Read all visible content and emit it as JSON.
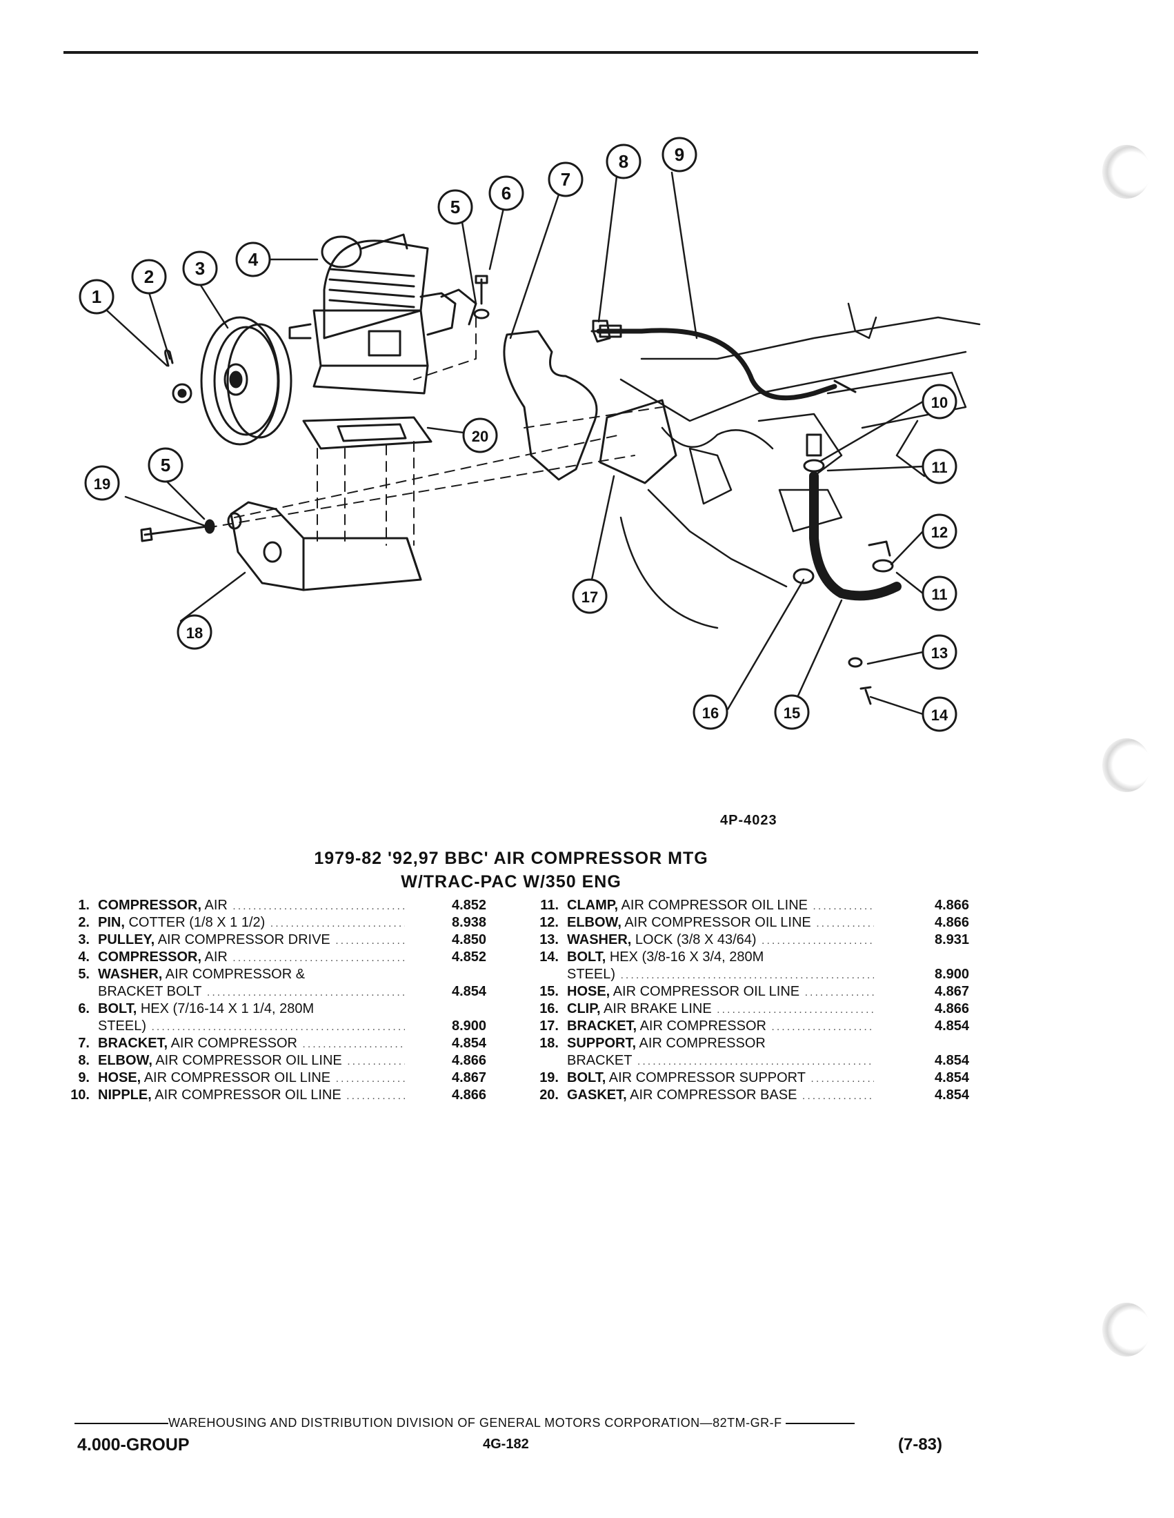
{
  "figure": {
    "code": "4P-4023",
    "callouts": [
      "1",
      "2",
      "3",
      "4",
      "5",
      "6",
      "7",
      "8",
      "9",
      "10",
      "11",
      "12",
      "13",
      "14",
      "15",
      "16",
      "17",
      "18",
      "19",
      "20",
      "5",
      "11"
    ]
  },
  "title": {
    "line1": "1979-82 '92,97 BBC' AIR COMPRESSOR MTG",
    "line2": "W/TRAC-PAC W/350 ENG"
  },
  "parts_left": [
    {
      "num": "1.",
      "name": "COMPRESSOR,",
      "desc": " AIR",
      "code": "4.852"
    },
    {
      "num": "2.",
      "name": "PIN,",
      "desc": " COTTER (1/8 X 1 1/2)",
      "code": "8.938"
    },
    {
      "num": "3.",
      "name": "PULLEY,",
      "desc": " AIR COMPRESSOR DRIVE",
      "code": "4.850"
    },
    {
      "num": "4.",
      "name": "COMPRESSOR,",
      "desc": " AIR",
      "code": "4.852"
    },
    {
      "num": "5.",
      "name": "WASHER,",
      "desc": " AIR COMPRESSOR &",
      "code": ""
    },
    {
      "num": "",
      "name": "",
      "desc": "BRACKET BOLT",
      "code": "4.854"
    },
    {
      "num": "6.",
      "name": "BOLT,",
      "desc": " HEX (7/16-14 X 1 1/4, 280M",
      "code": ""
    },
    {
      "num": "",
      "name": "",
      "desc": "STEEL)",
      "code": "8.900"
    },
    {
      "num": "7.",
      "name": "BRACKET,",
      "desc": " AIR COMPRESSOR",
      "code": "4.854"
    },
    {
      "num": "8.",
      "name": "ELBOW,",
      "desc": " AIR COMPRESSOR OIL LINE",
      "code": "4.866"
    },
    {
      "num": "9.",
      "name": "HOSE,",
      "desc": " AIR COMPRESSOR OIL LINE",
      "code": "4.867"
    },
    {
      "num": "10.",
      "name": "NIPPLE,",
      "desc": " AIR COMPRESSOR OIL LINE",
      "code": "4.866"
    }
  ],
  "parts_right": [
    {
      "num": "11.",
      "name": "CLAMP,",
      "desc": " AIR COMPRESSOR OIL LINE",
      "code": "4.866"
    },
    {
      "num": "12.",
      "name": "ELBOW,",
      "desc": " AIR COMPRESSOR OIL LINE",
      "code": "4.866"
    },
    {
      "num": "13.",
      "name": "WASHER,",
      "desc": " LOCK (3/8 X 43/64)",
      "code": "8.931"
    },
    {
      "num": "14.",
      "name": "BOLT,",
      "desc": " HEX (3/8-16 X 3/4, 280M",
      "code": ""
    },
    {
      "num": "",
      "name": "",
      "desc": "STEEL)",
      "code": "8.900"
    },
    {
      "num": "15.",
      "name": "HOSE,",
      "desc": " AIR COMPRESSOR OIL LINE",
      "code": "4.867"
    },
    {
      "num": "16.",
      "name": "CLIP,",
      "desc": " AIR BRAKE LINE",
      "code": "4.866"
    },
    {
      "num": "17.",
      "name": "BRACKET,",
      "desc": " AIR COMPRESSOR",
      "code": "4.854"
    },
    {
      "num": "18.",
      "name": "SUPPORT,",
      "desc": " AIR COMPRESSOR",
      "code": ""
    },
    {
      "num": "",
      "name": "",
      "desc": "BRACKET",
      "code": "4.854"
    },
    {
      "num": "19.",
      "name": "BOLT,",
      "desc": " AIR COMPRESSOR SUPPORT",
      "code": "4.854"
    },
    {
      "num": "20.",
      "name": "GASKET,",
      "desc": " AIR COMPRESSOR BASE",
      "code": "4.854"
    }
  ],
  "footer": {
    "line": "WAREHOUSING AND DISTRIBUTION  DIVISION OF GENERAL MOTORS CORPORATION—82TM-GR-F",
    "group": "4.000-GROUP",
    "page": "4G-182",
    "date": "(7-83)"
  }
}
